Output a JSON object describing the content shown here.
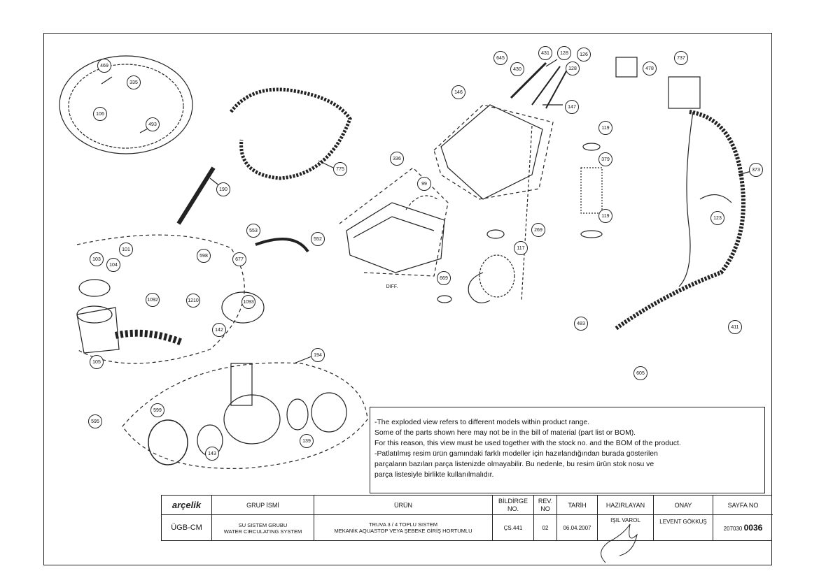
{
  "callouts": [
    "469",
    "335",
    "106",
    "493",
    "775",
    "190",
    "101",
    "103",
    "104",
    "1092",
    "598",
    "1210",
    "1093",
    "142",
    "105",
    "552",
    "677",
    "553",
    "336",
    "99",
    "DIFF.",
    "146",
    "645",
    "430",
    "431",
    "128",
    "126",
    "128",
    "147",
    "478",
    "737",
    "119",
    "379",
    "119",
    "269",
    "117",
    "669",
    "373",
    "123",
    "483",
    "605",
    "411",
    "194",
    "599",
    "143",
    "139",
    "595"
  ],
  "notice": {
    "en_1": "-The exploded view refers to different models within product range.",
    "en_2": "Some of the parts shown here may not be in the bill of material (part list or BOM).",
    "en_3": "For this reason, this view must be used together with the stock no. and the BOM of the product.",
    "tr_1": "-Patlatılmış resim ürün gamındaki farklı modeller için hazırlandığından burada gösterilen",
    "tr_2": "parçaların bazıları parça listenizde olmayabilir. Bu nedenle, bu resim ürün stok nosu ve",
    "tr_3": "parça listesiyle birlikte kullanılmalıdır."
  },
  "title_block": {
    "logo": "arçelik",
    "headers": {
      "grup_ismi": "GRUP İSMİ",
      "urun": "ÜRÜN",
      "bildirge_1": "BİLDİRGE",
      "bildirge_2": "NO.",
      "rev_1": "REV.",
      "rev_2": "NO",
      "tarih": "TARİH",
      "hazirlayan": "HAZIRLAYAN",
      "onay": "ONAY",
      "sayfa_no": "SAYFA NO"
    },
    "values": {
      "code": "ÜGB-CM",
      "group_1": "SU SISTEM GRUBU",
      "group_2": "WATER CIRCULATING SYSTEM",
      "product_1": "TRUVA 3 / 4 TOPLU SISTEM",
      "product_2": "MEKANİK AQUASTOP VEYA ŞEBEKE GİRİŞ HORTUMLU",
      "bildirge": "ÇS.441",
      "rev": "02",
      "tarih": "06.04.2007",
      "hazirlayan": "IŞIL VAROL",
      "onay": "LEVENT GÖKKUŞ",
      "sayfa_prefix": "207030",
      "sayfa_num": "0036"
    }
  }
}
